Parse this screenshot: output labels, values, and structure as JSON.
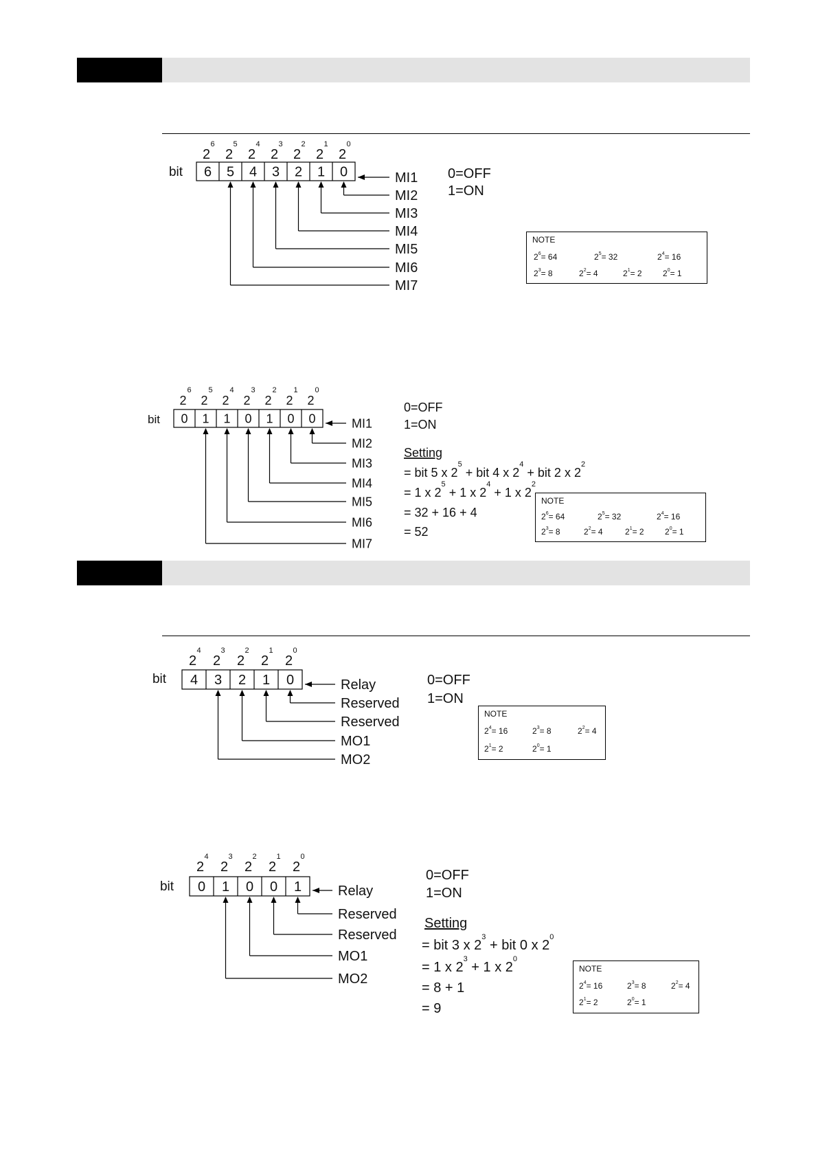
{
  "states": {
    "off": "0=OFF",
    "on": "1=ON"
  },
  "bit_label": "bit",
  "setting_label": "Setting",
  "note": {
    "title": "NOTE",
    "mi_items": [
      {
        "base": "2",
        "exp": "6",
        "rest": "= 64"
      },
      {
        "base": "2",
        "exp": "5",
        "rest": "= 32"
      },
      {
        "base": "2",
        "exp": "4",
        "rest": "= 16"
      },
      {
        "base": "2",
        "exp": "3",
        "rest": "= 8"
      },
      {
        "base": "2",
        "exp": "2",
        "rest": "= 4"
      },
      {
        "base": "2",
        "exp": "1",
        "rest": "= 2"
      },
      {
        "base": "2",
        "exp": "0",
        "rest": "= 1"
      }
    ],
    "mo_items": [
      {
        "base": "2",
        "exp": "4",
        "rest": "= 16"
      },
      {
        "base": "2",
        "exp": "3",
        "rest": "= 8"
      },
      {
        "base": "2",
        "exp": "2",
        "rest": "= 4"
      },
      {
        "base": "2",
        "exp": "1",
        "rest": "= 2"
      },
      {
        "base": "2",
        "exp": "0",
        "rest": "= 1"
      }
    ]
  },
  "diagrams": {
    "mi_definition": {
      "exponents": [
        "6",
        "5",
        "4",
        "3",
        "2",
        "1",
        "0"
      ],
      "cells": [
        "6",
        "5",
        "4",
        "3",
        "2",
        "1",
        "0"
      ],
      "labels": [
        "MI1",
        "MI2",
        "MI3",
        "MI4",
        "MI5",
        "MI6",
        "MI7"
      ]
    },
    "mi_example": {
      "exponents": [
        "6",
        "5",
        "4",
        "3",
        "2",
        "1",
        "0"
      ],
      "cells": [
        "0",
        "1",
        "1",
        "0",
        "1",
        "0",
        "0"
      ],
      "labels": [
        "MI1",
        "MI2",
        "MI3",
        "MI4",
        "MI5",
        "MI6",
        "MI7"
      ],
      "calc": [
        [
          {
            "t": "= bit 5 x 2"
          },
          {
            "sup": "5"
          },
          {
            "t": "+ bit 4 x 2"
          },
          {
            "sup": "4"
          },
          {
            "t": "+ bit 2 x 2"
          },
          {
            "sup": "2"
          }
        ],
        [
          {
            "t": "= 1 x 2"
          },
          {
            "sup": "5"
          },
          {
            "t": "+ 1 x 2"
          },
          {
            "sup": "4"
          },
          {
            "t": "+ 1 x 2"
          },
          {
            "sup": "2"
          }
        ],
        [
          {
            "t": "= 32 + 16 + 4"
          }
        ],
        [
          {
            "t": "= 52"
          }
        ]
      ]
    },
    "mo_definition": {
      "exponents": [
        "4",
        "3",
        "2",
        "1",
        "0"
      ],
      "cells": [
        "4",
        "3",
        "2",
        "1",
        "0"
      ],
      "labels": [
        "Relay",
        "Reserved",
        "Reserved",
        "MO1",
        "MO2"
      ]
    },
    "mo_example": {
      "exponents": [
        "4",
        "3",
        "2",
        "1",
        "0"
      ],
      "cells": [
        "0",
        "1",
        "0",
        "0",
        "1"
      ],
      "labels": [
        "Relay",
        "Reserved",
        "Reserved",
        "MO1",
        "MO2"
      ],
      "calc": [
        [
          {
            "t": "= bit 3 x 2"
          },
          {
            "sup": "3"
          },
          {
            "t": "+ bit 0 x 2"
          },
          {
            "sup": "0"
          }
        ],
        [
          {
            "t": "= 1 x 2"
          },
          {
            "sup": "3"
          },
          {
            "t": "+ 1 x 2"
          },
          {
            "sup": "0"
          }
        ],
        [
          {
            "t": "= 8 + 1"
          }
        ],
        [
          {
            "t": "= 9"
          }
        ]
      ]
    }
  }
}
